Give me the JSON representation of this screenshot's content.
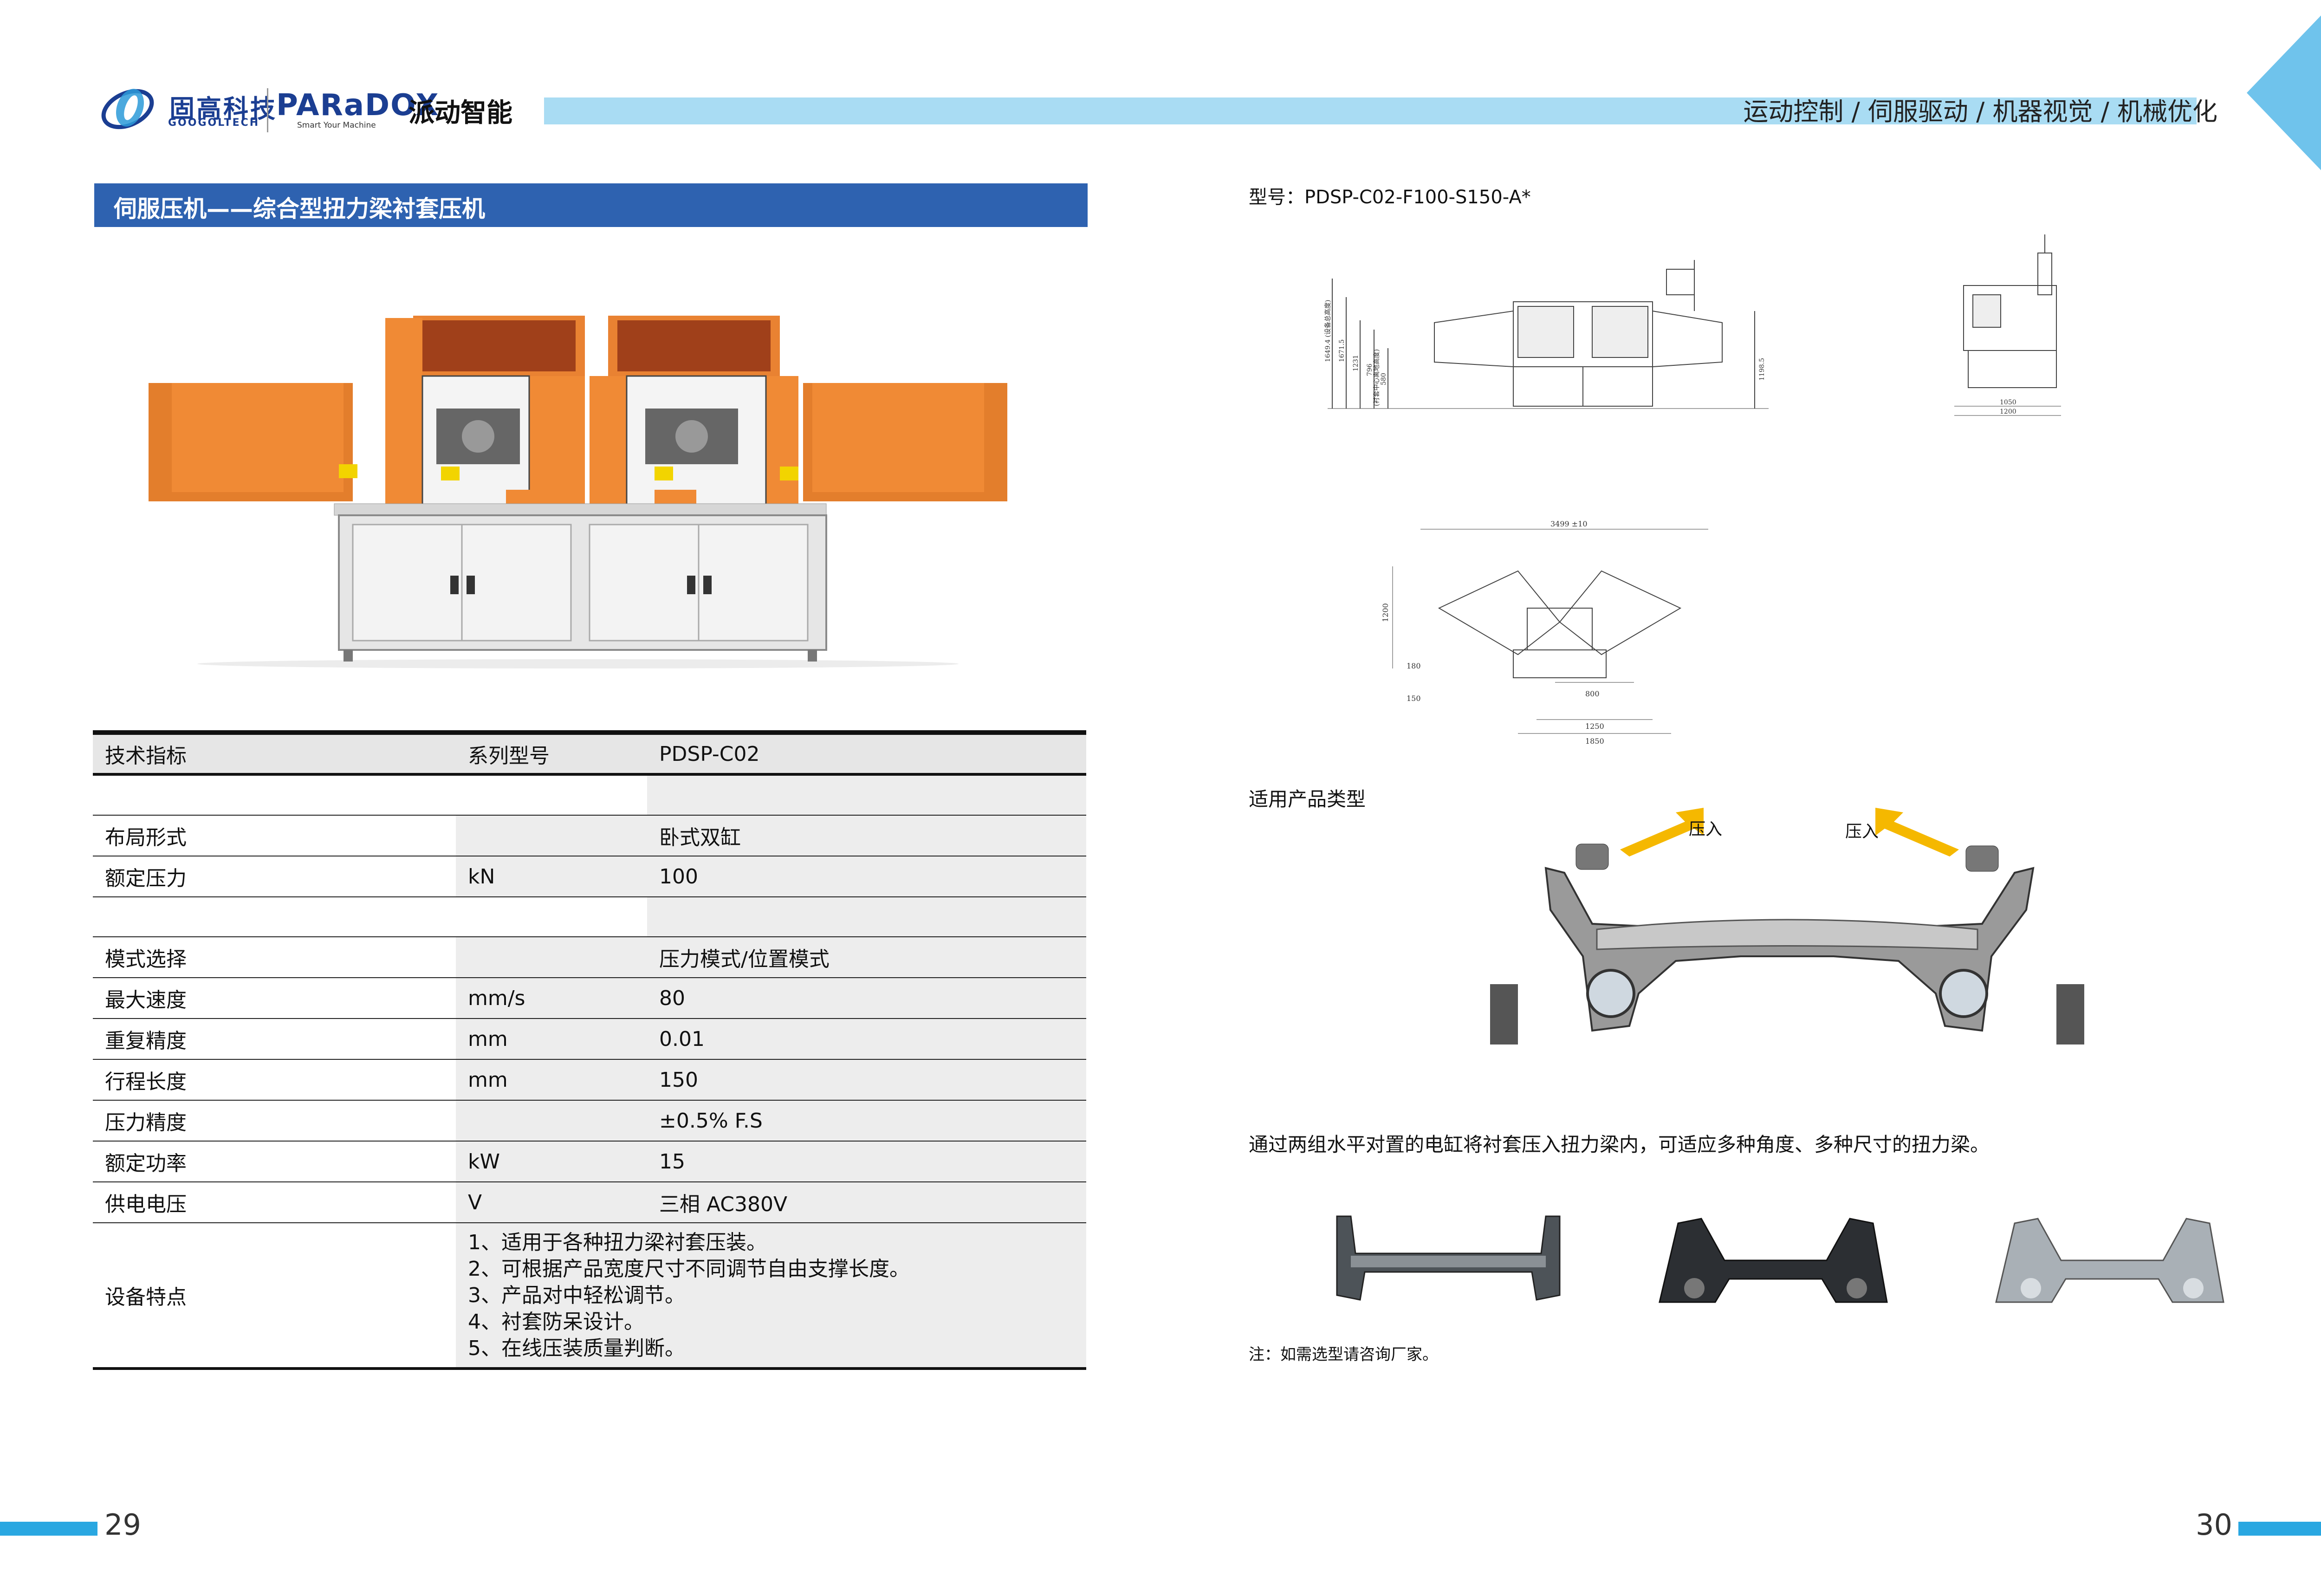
{
  "header": {
    "logo_cn": "固高科技",
    "logo_en": "GOOGOLTECH",
    "brand": "PARaDOX",
    "brand_sub": "Smart Your Machine",
    "brand_cn": "派动智能",
    "tagline": "运动控制 / 伺服驱动 / 机器视觉 / 机械优化",
    "accent_color": "#29a7e1",
    "bar_color": "#a9dcf3"
  },
  "left": {
    "title": "伺服压机——综合型扭力梁衬套压机",
    "table": {
      "header": [
        "技术指标",
        "系列型号",
        "PDSP-C02"
      ],
      "rows": [
        {
          "name": "",
          "unit": "",
          "value": ""
        },
        {
          "name": "布局形式",
          "unit": "",
          "value": "卧式双缸"
        },
        {
          "name": "额定压力",
          "unit": "kN",
          "value": "100"
        },
        {
          "name": "",
          "unit": "",
          "value": ""
        },
        {
          "name": "模式选择",
          "unit": "",
          "value": "压力模式/位置模式"
        },
        {
          "name": "最大速度",
          "unit": "mm/s",
          "value": "80"
        },
        {
          "name": "重复精度",
          "unit": "mm",
          "value": "0.01"
        },
        {
          "name": "行程长度",
          "unit": "mm",
          "value": "150"
        },
        {
          "name": "压力精度",
          "unit": "",
          "value": "±0.5% F.S"
        },
        {
          "name": "额定功率",
          "unit": "kW",
          "value": "15"
        },
        {
          "name": "供电电压",
          "unit": "V",
          "value": "三相 AC380V"
        }
      ],
      "features_label": "设备特点",
      "features": [
        "1、适用于各种扭力梁衬套压装。",
        "2、可根据产品宽度尺寸不同调节自由支撑长度。",
        "3、产品对中轻松调节。",
        "4、衬套防呆设计。",
        "5、在线压装质量判断。"
      ]
    },
    "page_number": "29"
  },
  "right": {
    "model": "型号：PDSP-C02-F100-S150-A*",
    "dims_front": [
      "1649.4 (设备总高度)",
      "1671.5",
      "1231",
      "796",
      "(衬套中心离地高度)",
      "580",
      "1198.5"
    ],
    "dims_side": [
      "1050",
      "1200"
    ],
    "dims_top": [
      "3499 ±10",
      "1200",
      "180",
      "150",
      "800",
      "1250",
      "1850"
    ],
    "applicable_title": "适用产品类型",
    "press_label_1": "压入",
    "press_label_2": "压入",
    "description": "通过两组水平对置的电缸将衬套压入扭力梁内，可适应多种角度、多种尺寸的扭力梁。",
    "note": "注：如需选型请咨询厂家。",
    "page_number": "30"
  }
}
